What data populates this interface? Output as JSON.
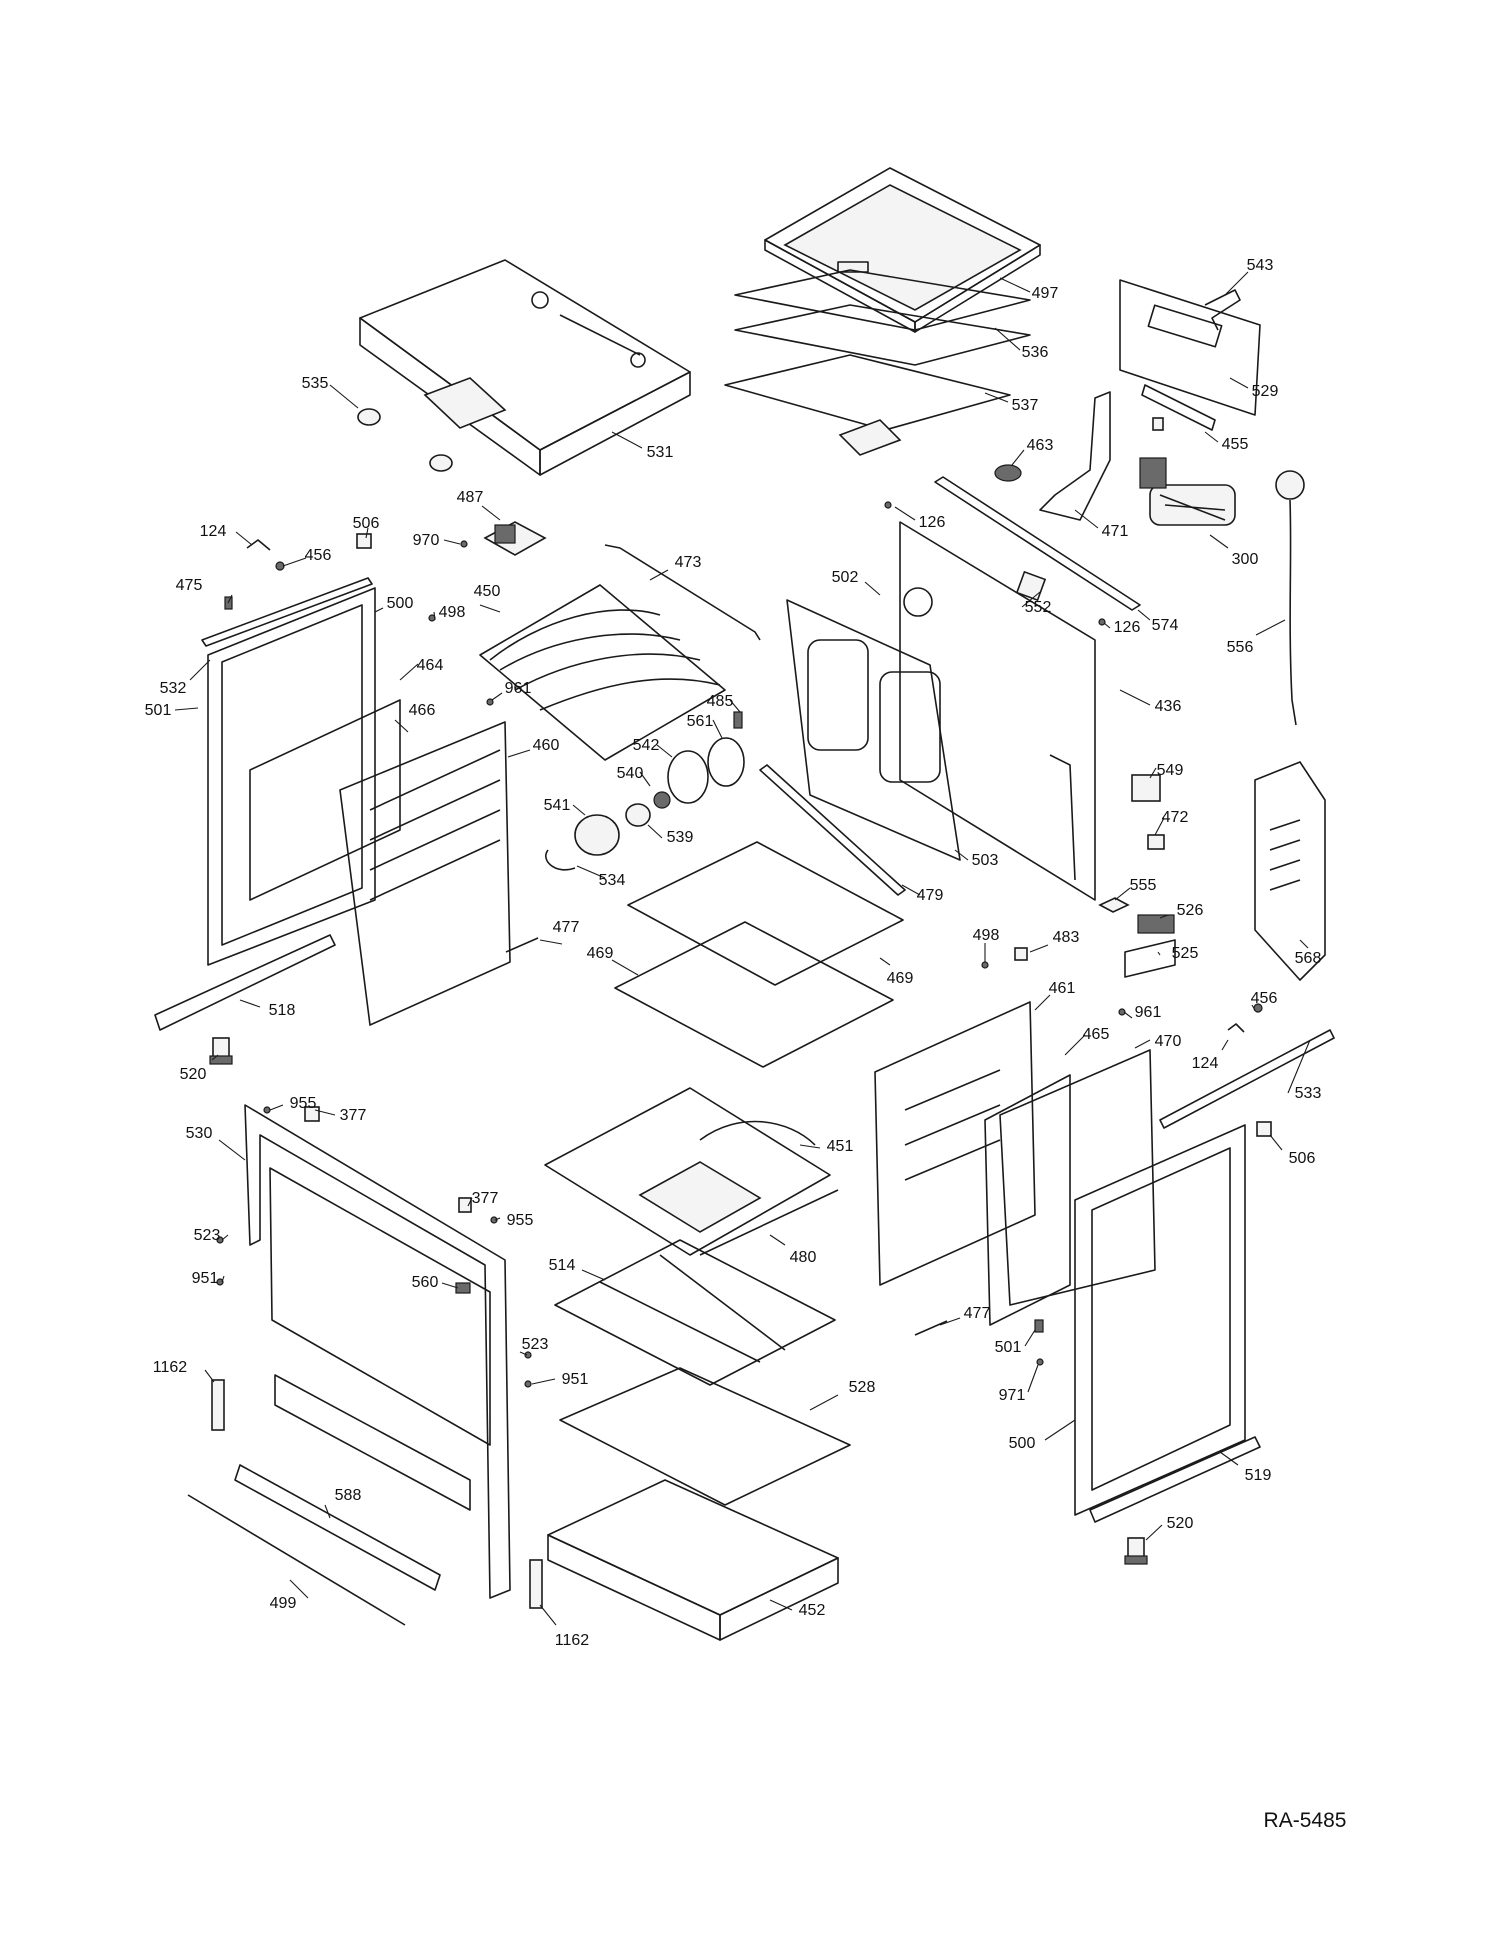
{
  "drawing_code": "RA-5485",
  "callouts": [
    {
      "id": "c543",
      "label": "543"
    },
    {
      "id": "c497",
      "label": "497"
    },
    {
      "id": "c529",
      "label": "529"
    },
    {
      "id": "c536",
      "label": "536"
    },
    {
      "id": "c535",
      "label": "535"
    },
    {
      "id": "c537",
      "label": "537"
    },
    {
      "id": "c455",
      "label": "455"
    },
    {
      "id": "c463",
      "label": "463"
    },
    {
      "id": "c531",
      "label": "531"
    },
    {
      "id": "c487",
      "label": "487"
    },
    {
      "id": "c126a",
      "label": "126"
    },
    {
      "id": "c124a",
      "label": "124"
    },
    {
      "id": "c506a",
      "label": "506"
    },
    {
      "id": "c970",
      "label": "970"
    },
    {
      "id": "c471",
      "label": "471"
    },
    {
      "id": "c300",
      "label": "300"
    },
    {
      "id": "c456a",
      "label": "456"
    },
    {
      "id": "c473",
      "label": "473"
    },
    {
      "id": "c475",
      "label": "475"
    },
    {
      "id": "c502",
      "label": "502"
    },
    {
      "id": "c552",
      "label": "552"
    },
    {
      "id": "c500a",
      "label": "500"
    },
    {
      "id": "c498a",
      "label": "498"
    },
    {
      "id": "c450",
      "label": "450"
    },
    {
      "id": "c574",
      "label": "574"
    },
    {
      "id": "c126b",
      "label": "126"
    },
    {
      "id": "c556",
      "label": "556"
    },
    {
      "id": "c532",
      "label": "532"
    },
    {
      "id": "c464",
      "label": "464"
    },
    {
      "id": "c436",
      "label": "436"
    },
    {
      "id": "c501a",
      "label": "501"
    },
    {
      "id": "c961a",
      "label": "961"
    },
    {
      "id": "c466",
      "label": "466"
    },
    {
      "id": "c485",
      "label": "485"
    },
    {
      "id": "c561",
      "label": "561"
    },
    {
      "id": "c460",
      "label": "460"
    },
    {
      "id": "c542",
      "label": "542"
    },
    {
      "id": "c549",
      "label": "549"
    },
    {
      "id": "c540",
      "label": "540"
    },
    {
      "id": "c541",
      "label": "541"
    },
    {
      "id": "c539",
      "label": "539"
    },
    {
      "id": "c472",
      "label": "472"
    },
    {
      "id": "c503",
      "label": "503"
    },
    {
      "id": "c534",
      "label": "534"
    },
    {
      "id": "c555",
      "label": "555"
    },
    {
      "id": "c479",
      "label": "479"
    },
    {
      "id": "c526",
      "label": "526"
    },
    {
      "id": "c568",
      "label": "568"
    },
    {
      "id": "c477a",
      "label": "477"
    },
    {
      "id": "c483",
      "label": "483"
    },
    {
      "id": "c469a",
      "label": "469"
    },
    {
      "id": "c498b",
      "label": "498"
    },
    {
      "id": "c525",
      "label": "525"
    },
    {
      "id": "c469b",
      "label": "469"
    },
    {
      "id": "c518",
      "label": "518"
    },
    {
      "id": "c461",
      "label": "461"
    },
    {
      "id": "c456b",
      "label": "456"
    },
    {
      "id": "c961b",
      "label": "961"
    },
    {
      "id": "c465",
      "label": "465"
    },
    {
      "id": "c470",
      "label": "470"
    },
    {
      "id": "c124b",
      "label": "124"
    },
    {
      "id": "c520a",
      "label": "520"
    },
    {
      "id": "c533",
      "label": "533"
    },
    {
      "id": "c955a",
      "label": "955"
    },
    {
      "id": "c377a",
      "label": "377"
    },
    {
      "id": "c530",
      "label": "530"
    },
    {
      "id": "c451",
      "label": "451"
    },
    {
      "id": "c506b",
      "label": "506"
    },
    {
      "id": "c377b",
      "label": "377"
    },
    {
      "id": "c955b",
      "label": "955"
    },
    {
      "id": "c523a",
      "label": "523"
    },
    {
      "id": "c480",
      "label": "480"
    },
    {
      "id": "c951a",
      "label": "951"
    },
    {
      "id": "c514",
      "label": "514"
    },
    {
      "id": "c560",
      "label": "560"
    },
    {
      "id": "c477b",
      "label": "477"
    },
    {
      "id": "c523b",
      "label": "523"
    },
    {
      "id": "c501b",
      "label": "501"
    },
    {
      "id": "c1162a",
      "label": "1162"
    },
    {
      "id": "c951b",
      "label": "951"
    },
    {
      "id": "c528",
      "label": "528"
    },
    {
      "id": "c971",
      "label": "971"
    },
    {
      "id": "c500b",
      "label": "500"
    },
    {
      "id": "c519",
      "label": "519"
    },
    {
      "id": "c588",
      "label": "588"
    },
    {
      "id": "c520b",
      "label": "520"
    },
    {
      "id": "c499",
      "label": "499"
    },
    {
      "id": "c452",
      "label": "452"
    },
    {
      "id": "c1162b",
      "label": "1162"
    }
  ]
}
